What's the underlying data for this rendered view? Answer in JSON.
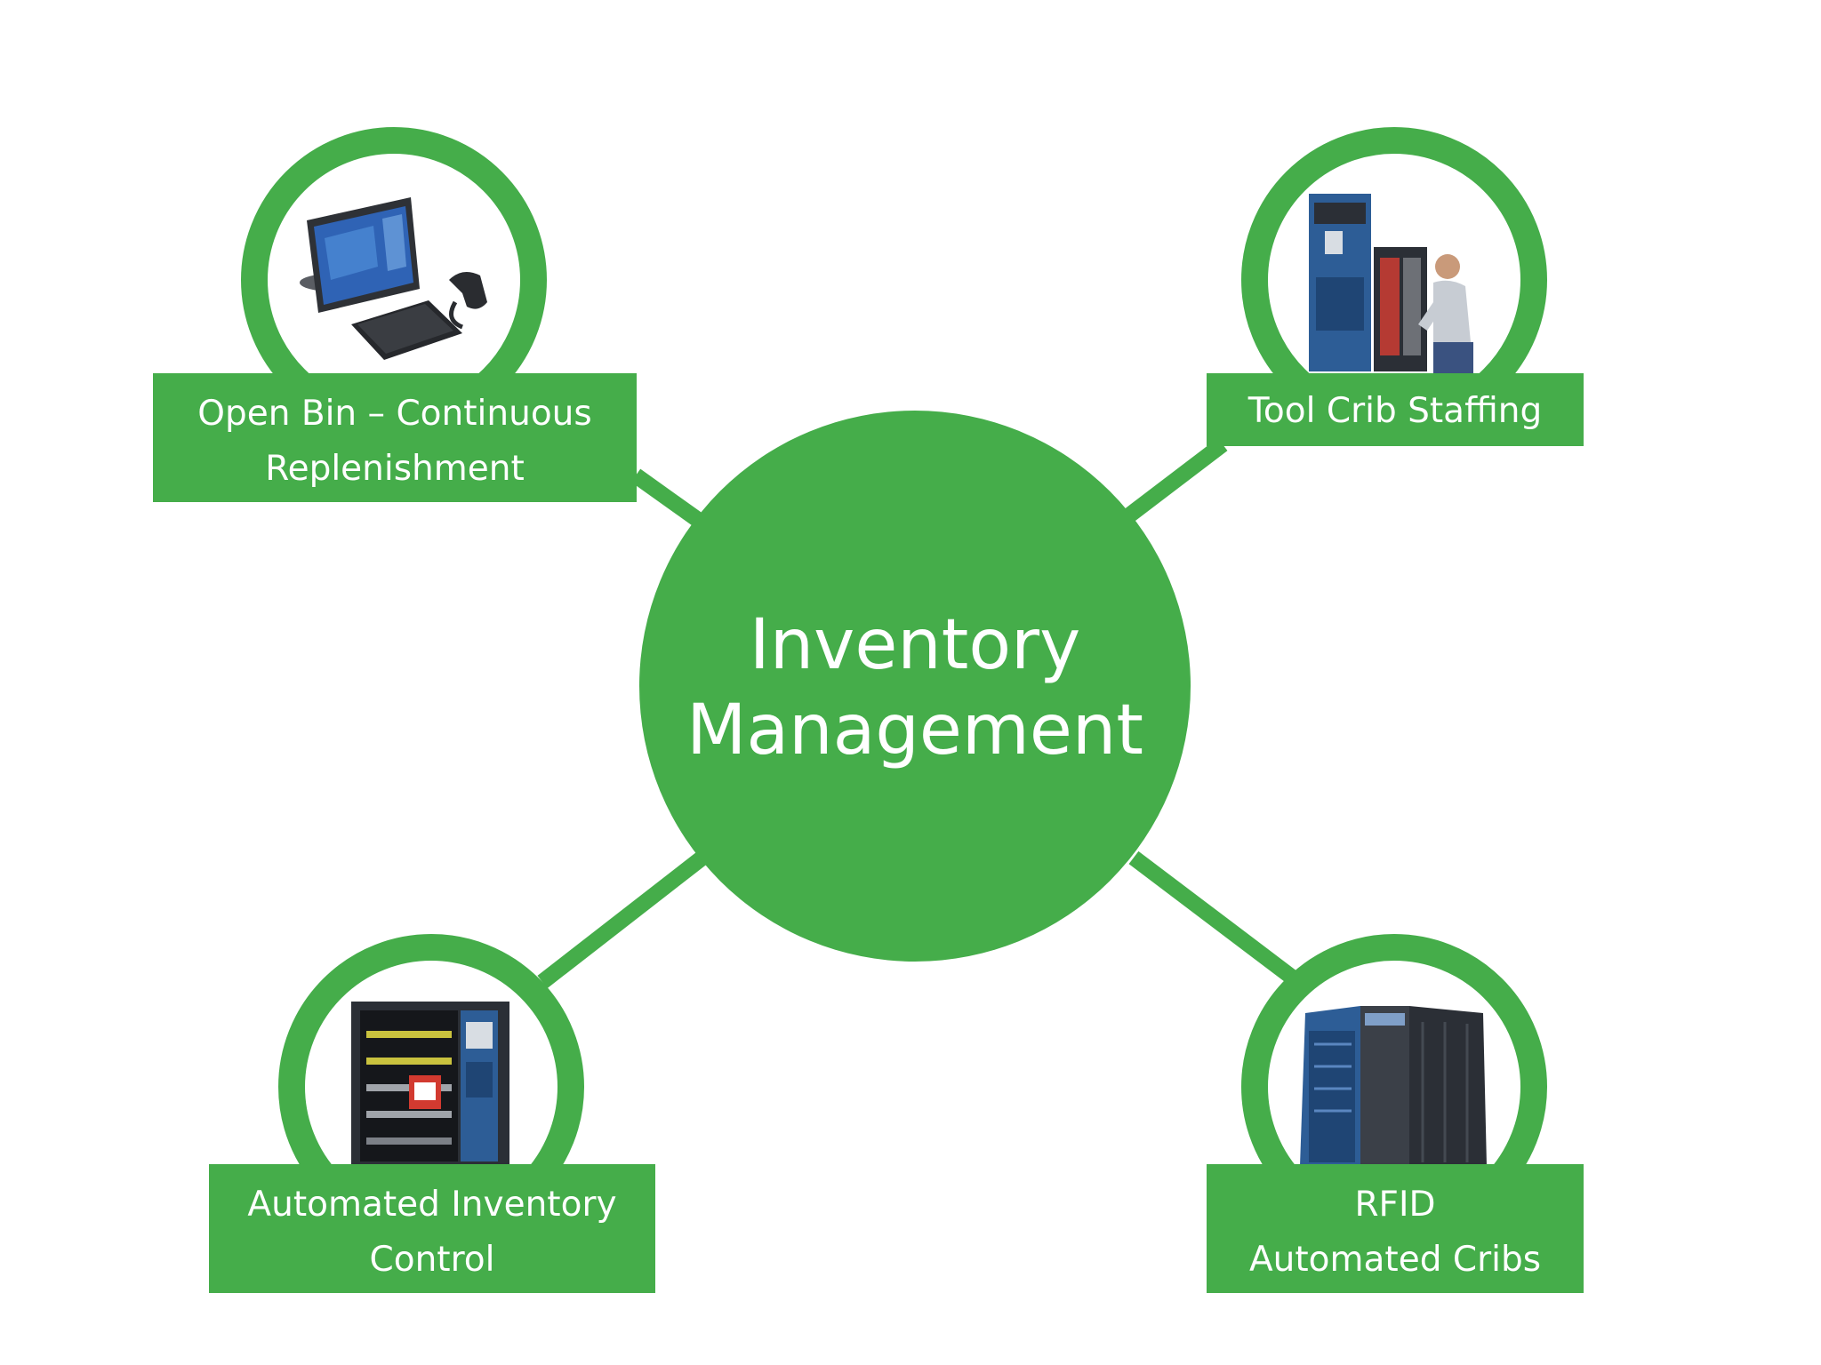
{
  "center": {
    "line1": "Inventory",
    "line2": "Management"
  },
  "nodes": {
    "top_left": {
      "line1": "Open Bin – Continuous",
      "line2": "Replenishment",
      "icon": "computer-terminal-icon"
    },
    "top_right": {
      "line1": "Tool Crib Staffing",
      "icon": "tool-crib-attendant-icon"
    },
    "bottom_left": {
      "line1": "Automated Inventory",
      "line2": "Control",
      "icon": "vending-machine-icon"
    },
    "bottom_right": {
      "line1": "RFID",
      "line2": "Automated Cribs",
      "icon": "rfid-crib-cabinet-icon"
    }
  },
  "colors": {
    "accent_green": "#45ad4a",
    "text_white": "#ffffff",
    "machine_blue": "#2d5d96",
    "machine_dark": "#2b2f36"
  }
}
